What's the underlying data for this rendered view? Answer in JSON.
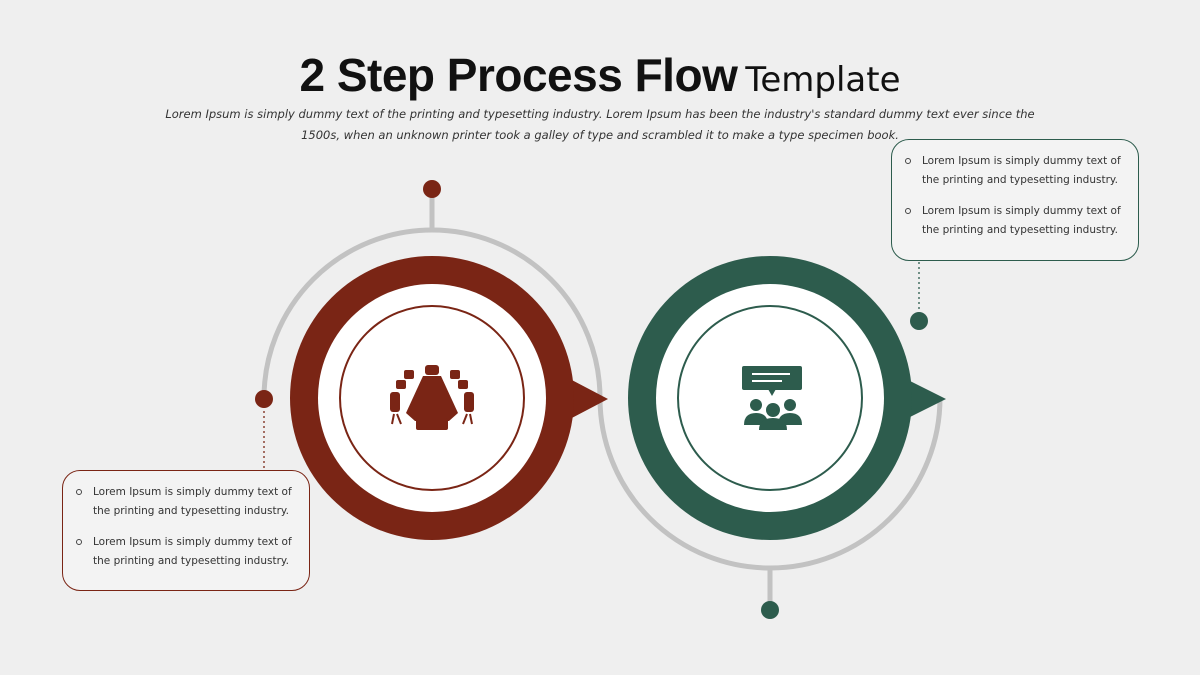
{
  "title": {
    "bold": "2 Step Process Flow",
    "light": "Template"
  },
  "subtitle": "Lorem Ipsum is simply dummy text of the printing and typesetting industry. Lorem Ipsum has been the industry's standard dummy text ever since the 1500s, when an unknown printer took a galley of type and scrambled it to make a type specimen book.",
  "steps": [
    {
      "color": "#7a2515",
      "icon": "conference-table-icon",
      "bullets": [
        "Lorem Ipsum is simply dummy text of the printing and typesetting industry.",
        "Lorem Ipsum is simply dummy text of the printing and typesetting industry."
      ]
    },
    {
      "color": "#2d5c4d",
      "icon": "presentation-audience-icon",
      "bullets": [
        "Lorem Ipsum is simply dummy text of the printing and typesetting industry.",
        "Lorem Ipsum is simply dummy text of the printing and typesetting industry."
      ]
    }
  ]
}
